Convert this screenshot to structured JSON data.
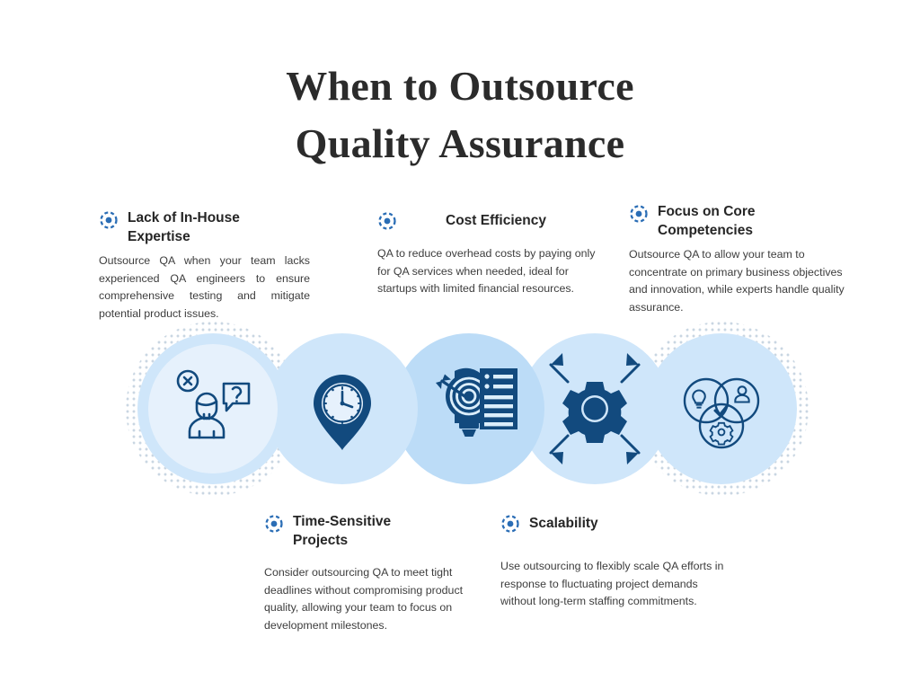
{
  "title": {
    "line1": "When to Outsource",
    "line2": "Quality Assurance"
  },
  "colors": {
    "title_text": "#2b2b2b",
    "heading_text": "#262626",
    "body_text": "#3d3d3d",
    "bullet_blue": "#2a6db5",
    "icon_navy": "#124a7e",
    "circle_lightest": "#e6f1fc",
    "circle_light": "#cfe6fa",
    "circle_mid": "#bcdcf7",
    "halftone_dot": "#c9d6e2",
    "page_background": "#ffffff"
  },
  "cards": [
    {
      "id": "card-1",
      "icon": "dashed-ring-dot-icon",
      "title": "Lack of In-House Expertise",
      "body": "Outsource QA when your team lacks experienced QA engineers to ensure comprehensive testing and mitigate potential product issues."
    },
    {
      "id": "card-2",
      "icon": "dashed-ring-dot-icon",
      "title": "Cost Efficiency",
      "body": "QA to reduce overhead costs by paying only for QA services when needed, ideal for startups with limited financial resources."
    },
    {
      "id": "card-3",
      "icon": "dashed-ring-dot-icon",
      "title": "Focus on Core Competencies",
      "body": "Outsource QA to allow your team to concentrate on primary business objectives and innovation, while experts handle quality assurance."
    },
    {
      "id": "card-4",
      "icon": "dashed-ring-dot-icon",
      "title": "Time-Sensitive Projects",
      "body": "Consider outsourcing QA to meet tight deadlines without compromising product quality, allowing your team to focus on development milestones."
    },
    {
      "id": "card-5",
      "icon": "dashed-ring-dot-icon",
      "title": "Scalability",
      "body": "Use outsourcing to flexibly scale QA efforts in response to fluctuating project demands without long-term staffing commitments."
    }
  ],
  "band": {
    "circles": [
      {
        "index": 1,
        "icon": "person-question-error-icon",
        "halftone_ring": true,
        "fill": "#e6f1fc"
      },
      {
        "index": 2,
        "icon": "location-pin-clock-icon",
        "halftone_ring": false,
        "fill": "#cfe6fa"
      },
      {
        "index": 3,
        "icon": "lightbulb-target-checklist-icon",
        "halftone_ring": false,
        "fill": "#bcdcf7"
      },
      {
        "index": 4,
        "icon": "gear-expand-arrows-icon",
        "halftone_ring": false,
        "fill": "#cfe6fa"
      },
      {
        "index": 5,
        "icon": "venn-bulb-person-gear-icon",
        "halftone_ring": true,
        "fill": "#cfe6fa"
      }
    ]
  }
}
